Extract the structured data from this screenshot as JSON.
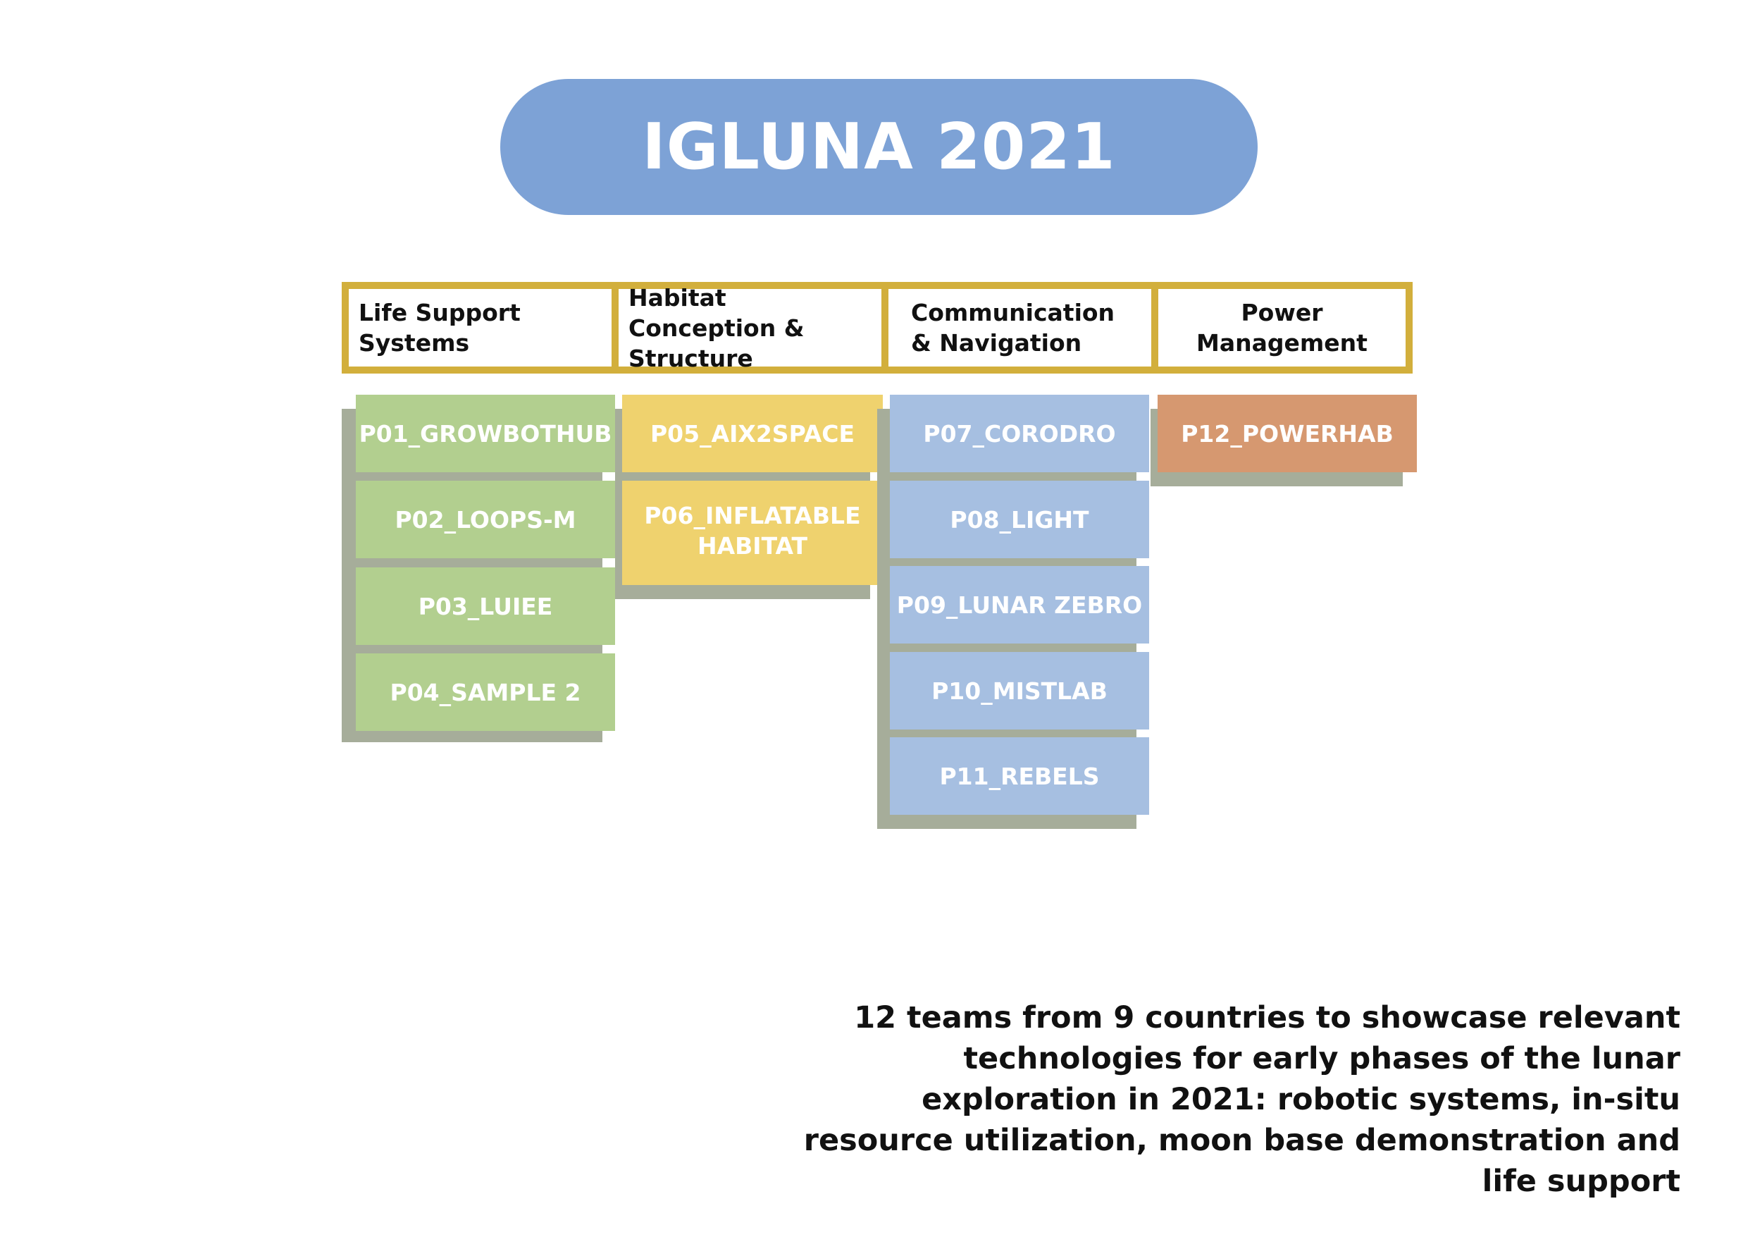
{
  "title": "IGLUNA 2021",
  "categories": [
    {
      "label": "Life Support Systems",
      "color": "#b2cf8f",
      "projects": [
        "P01_GROWBOTHUB",
        "P02_LOOPS-M",
        "P03_LUIEE",
        "P04_SAMPLE 2"
      ]
    },
    {
      "label": "Habitat Conception & Structure",
      "color": "#efd26e",
      "projects": [
        "P05_AIX2SPACE",
        "P06_INFLATABLE HABITAT"
      ]
    },
    {
      "label": "Communication & Navigation",
      "color": "#a6bfe1",
      "projects": [
        "P07_CORODRO",
        "P08_LIGHT",
        "P09_LUNAR ZEBRO",
        "P10_MISTLAB",
        "P11_REBELS"
      ]
    },
    {
      "label": "Power Management",
      "color": "#d69870",
      "projects": [
        "P12_POWERHAB"
      ]
    }
  ],
  "colors": {
    "title_pill": "#7da2d6",
    "header_border": "#d2af3c",
    "shadow": "#a6ad9a"
  },
  "caption": "12 teams from 9 countries to showcase relevant technologies for early phases of the lunar exploration in 2021: robotic systems, in-situ resource utilization, moon base demonstration and life support"
}
